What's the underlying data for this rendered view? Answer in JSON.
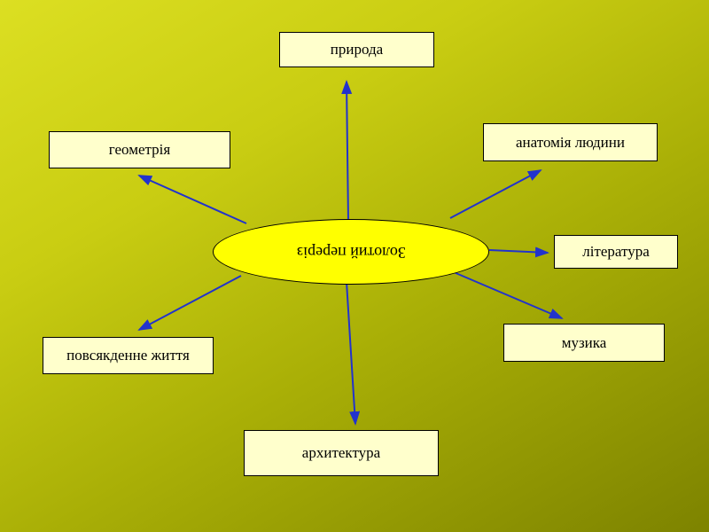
{
  "diagram": {
    "center_label": "Золотий переріз",
    "nodes": {
      "nature": "природа",
      "geometry": "геометрія",
      "anatomy": "анатомія людини",
      "literature": "література",
      "music": "музика",
      "everyday": "повсякденне життя",
      "architecture": "архитектура"
    },
    "colors": {
      "arrow": "#2233cc",
      "node_fill": "#ffffcc",
      "ellipse_fill": "#ffff00",
      "background_top": "#dcdf22",
      "background_bottom": "#7d8300"
    }
  }
}
